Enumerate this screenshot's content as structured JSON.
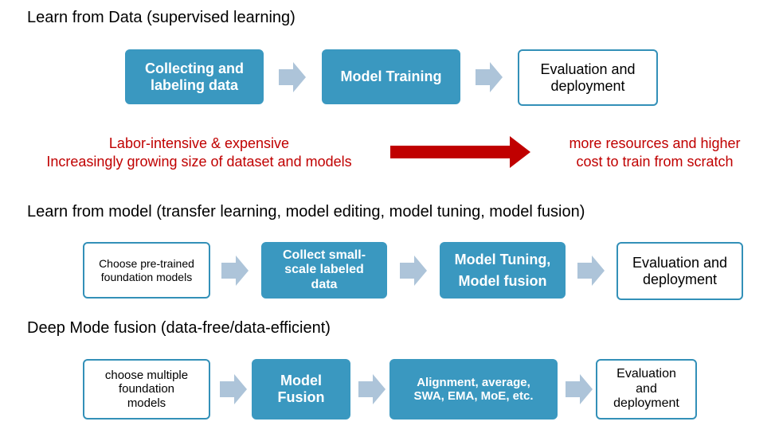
{
  "section1": {
    "title": "Learn from Data (supervised learning)",
    "box1": [
      "Collecting and",
      "labeling data"
    ],
    "box2": "Model Training",
    "box3": [
      "Evaluation and",
      "deployment"
    ]
  },
  "costs": {
    "left": [
      "Labor-intensive & expensive",
      "Increasingly growing size of dataset and models"
    ],
    "right": [
      "more resources and higher",
      "cost to train from scratch"
    ]
  },
  "section2": {
    "title": "Learn from model (transfer learning, model editing, model tuning, model fusion)",
    "box1": [
      "Choose  pre-trained",
      "foundation models"
    ],
    "box2": [
      "Collect small-",
      "scale labeled",
      "data"
    ],
    "box3": [
      "Model Tuning,",
      "Model fusion"
    ],
    "box4": [
      "Evaluation and",
      "deployment"
    ]
  },
  "section3": {
    "title": "Deep Mode fusion (data-free/data-efficient)",
    "box1": [
      "choose multiple",
      "foundation",
      "models"
    ],
    "box2": [
      "Model",
      "Fusion"
    ],
    "box3": [
      "Alignment, average,",
      "SWA, EMA, MoE, etc."
    ],
    "box4": [
      "Evaluation",
      "and",
      "deployment"
    ]
  },
  "colors": {
    "filled": "#3a98c0",
    "outline": "#3390b8",
    "arrow": "#adc4d9",
    "red": "#c00000"
  }
}
